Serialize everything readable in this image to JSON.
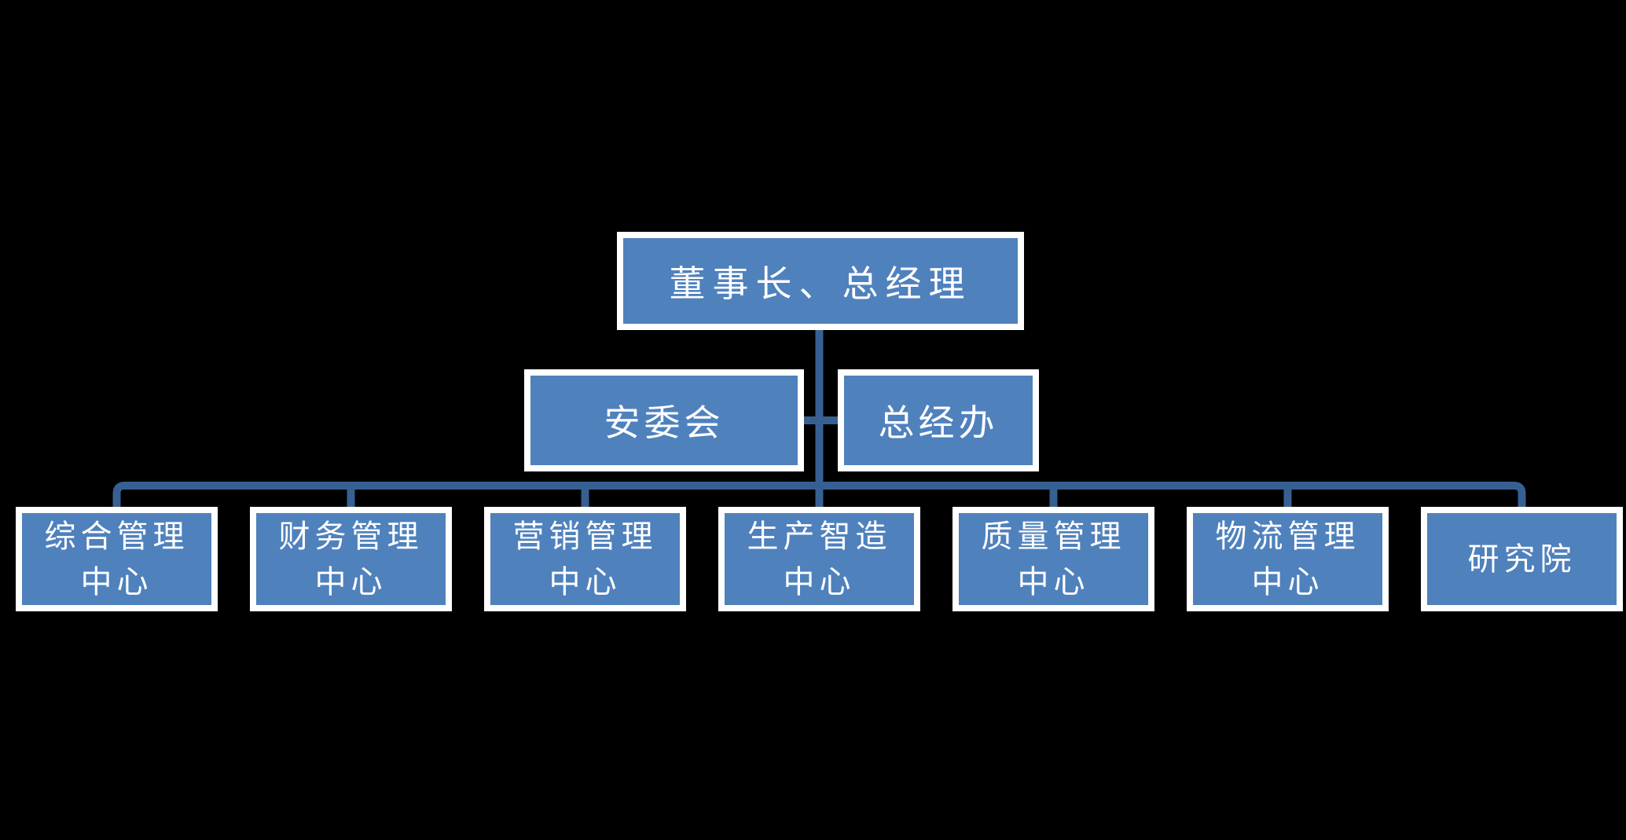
{
  "colors": {
    "background": "#000000",
    "box_fill": "#4F81BD",
    "box_border": "#FFFFFF",
    "connector": "#376092",
    "text": "#FFFFFF"
  },
  "org_chart": {
    "root": {
      "label": "董事长、总经理"
    },
    "secondary": [
      {
        "label": "安委会"
      },
      {
        "label": "总经办"
      }
    ],
    "departments": [
      {
        "label": "综合管理\n中心"
      },
      {
        "label": "财务管理\n中心"
      },
      {
        "label": "营销管理\n中心"
      },
      {
        "label": "生产智造\n中心"
      },
      {
        "label": "质量管理\n中心"
      },
      {
        "label": "物流管理\n中心"
      },
      {
        "label": "研究院"
      }
    ]
  }
}
